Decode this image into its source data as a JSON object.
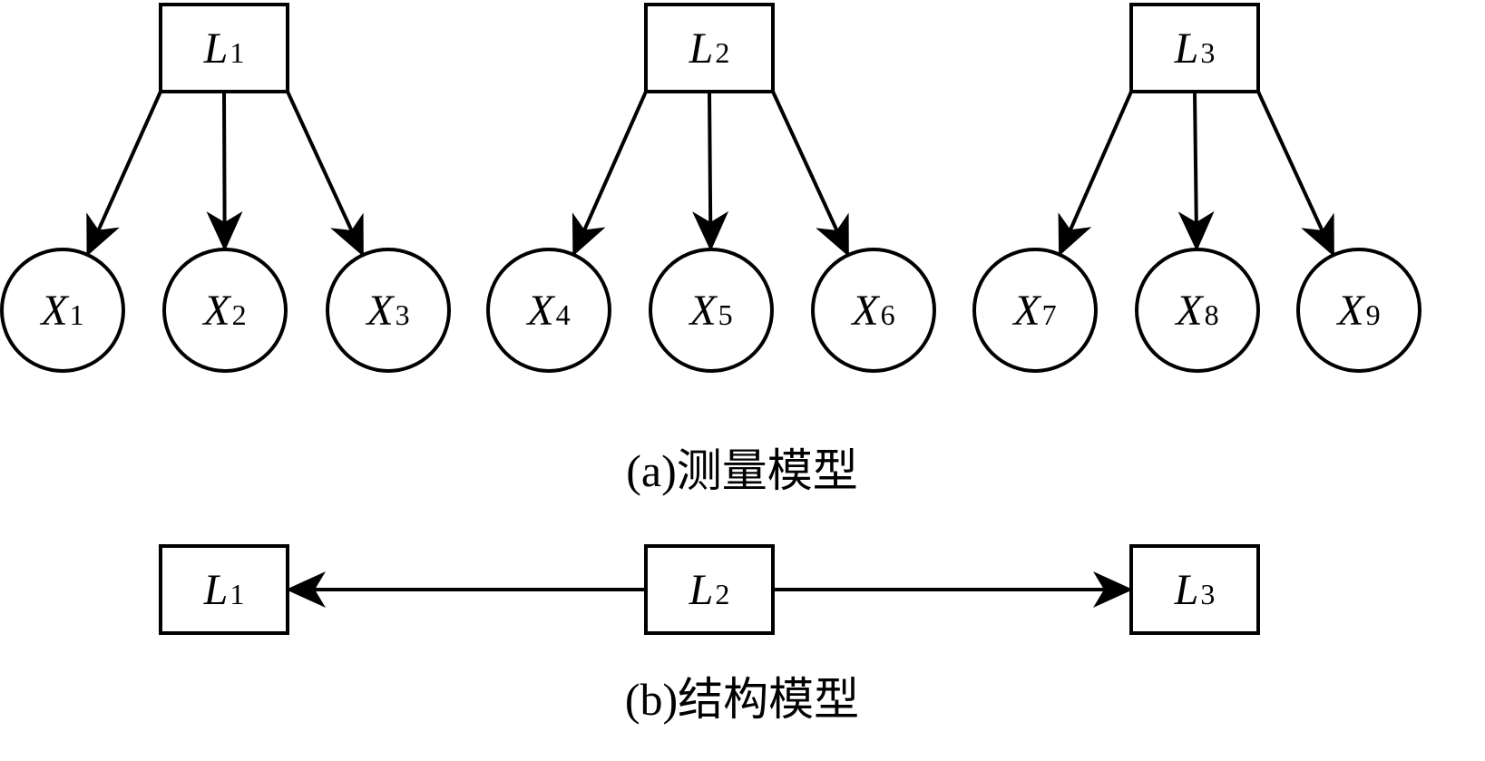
{
  "measurement_model": {
    "caption": "(a)测量模型",
    "latents": [
      {
        "id": "L1",
        "letter": "L",
        "sub": "1"
      },
      {
        "id": "L2",
        "letter": "L",
        "sub": "2"
      },
      {
        "id": "L3",
        "letter": "L",
        "sub": "3"
      }
    ],
    "indicators": [
      {
        "id": "X1",
        "letter": "X",
        "sub": "1",
        "parent": "L1"
      },
      {
        "id": "X2",
        "letter": "X",
        "sub": "2",
        "parent": "L1"
      },
      {
        "id": "X3",
        "letter": "X",
        "sub": "3",
        "parent": "L1"
      },
      {
        "id": "X4",
        "letter": "X",
        "sub": "4",
        "parent": "L2"
      },
      {
        "id": "X5",
        "letter": "X",
        "sub": "5",
        "parent": "L2"
      },
      {
        "id": "X6",
        "letter": "X",
        "sub": "6",
        "parent": "L2"
      },
      {
        "id": "X7",
        "letter": "X",
        "sub": "7",
        "parent": "L3"
      },
      {
        "id": "X8",
        "letter": "X",
        "sub": "8",
        "parent": "L3"
      },
      {
        "id": "X9",
        "letter": "X",
        "sub": "9",
        "parent": "L3"
      }
    ]
  },
  "structural_model": {
    "caption": "(b)结构模型",
    "nodes": [
      {
        "id": "S1",
        "letter": "L",
        "sub": "1"
      },
      {
        "id": "S2",
        "letter": "L",
        "sub": "2"
      },
      {
        "id": "S3",
        "letter": "L",
        "sub": "3"
      }
    ],
    "edges": [
      {
        "from": "S2",
        "to": "S1"
      },
      {
        "from": "S2",
        "to": "S3"
      }
    ]
  }
}
